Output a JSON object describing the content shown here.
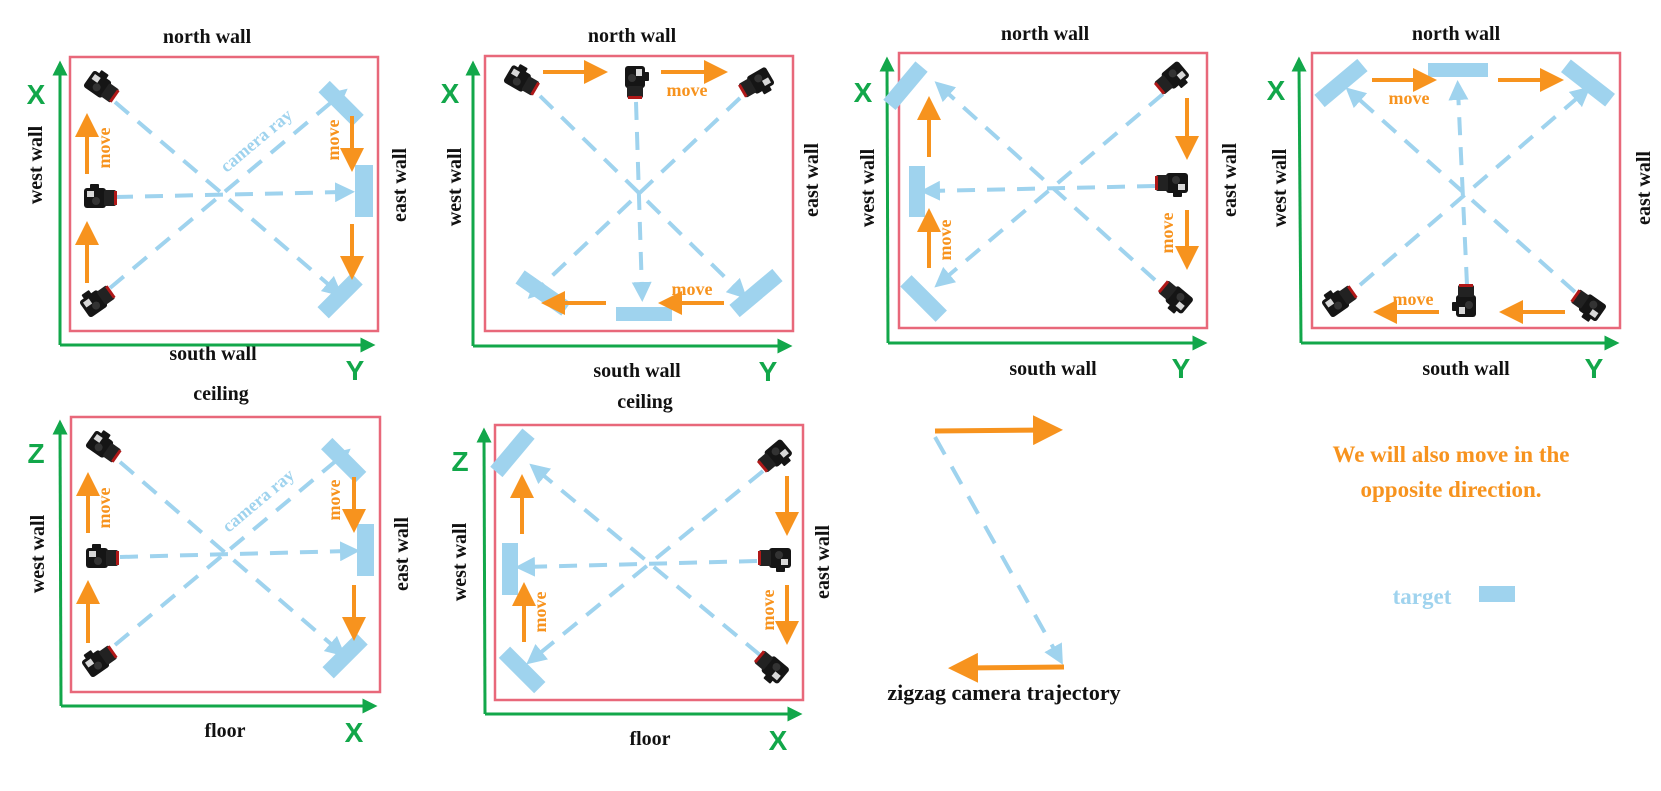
{
  "colors": {
    "room_border": "#e8687a",
    "axis": "#12a74a",
    "move_arrow": "#f7931e",
    "camera_ray": "#9fd3ee",
    "target": "#9fd3ee",
    "camera": "#151515",
    "text": "#111111"
  },
  "panels": [
    {
      "id": "p1",
      "top": "north wall",
      "bottom": "south wall",
      "left": "west wall",
      "right": "east wall",
      "v_axis": "X",
      "h_axis": "Y",
      "move_a": "move",
      "move_b": "move",
      "ray_label": "camera ray"
    },
    {
      "id": "p2",
      "top": "north wall",
      "bottom": "south wall",
      "left": "west wall",
      "right": "east wall",
      "v_axis": "X",
      "h_axis": "Y",
      "move_a": "move",
      "move_b": "move"
    },
    {
      "id": "p3",
      "top": "north wall",
      "bottom": "south wall",
      "left": "west wall",
      "right": "east wall",
      "v_axis": "X",
      "h_axis": "Y",
      "move_a": "move",
      "move_b": "move"
    },
    {
      "id": "p4",
      "top": "north wall",
      "bottom": "south wall",
      "left": "west wall",
      "right": "east wall",
      "v_axis": "X",
      "h_axis": "Y",
      "move_a": "move",
      "move_b": "move"
    },
    {
      "id": "p5",
      "top": "ceiling",
      "bottom": "floor",
      "left": "west wall",
      "right": "east wall",
      "v_axis": "Z",
      "h_axis": "X",
      "move_a": "move",
      "move_b": "move",
      "ray_label": "camera ray"
    },
    {
      "id": "p6",
      "top": "ceiling",
      "bottom": "floor",
      "left": "west wall",
      "right": "east wall",
      "v_axis": "Z",
      "h_axis": "X",
      "move_a": "move",
      "move_b": "move"
    }
  ],
  "zigzag": {
    "caption": "zigzag camera trajectory"
  },
  "note": {
    "line1": "We will also move in the",
    "line2": "opposite direction."
  },
  "legend": {
    "target_label": "target"
  }
}
